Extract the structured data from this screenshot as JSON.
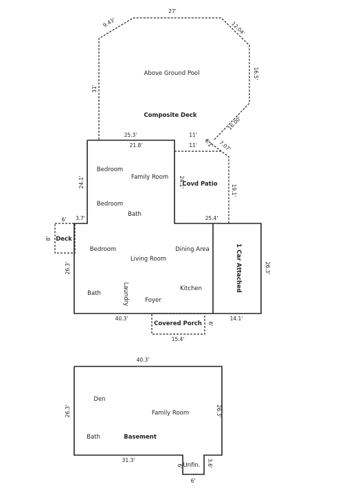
{
  "colors": {
    "wall": "#222222",
    "dashed_wall": "#222222",
    "background": "#ffffff"
  },
  "main_floor": {
    "rooms": {
      "bedroom_top": "Bedroom",
      "family_room": "Family Room",
      "bedroom_mid": "Bedroom",
      "bath_upper": "Bath",
      "bedroom_lower": "Bedroom",
      "living_room": "Living Room",
      "dining_area": "Dining Area",
      "kitchen": "Kitchen",
      "bath_lower": "Bath",
      "laundry": "Laundry",
      "foyer": "Foyer"
    },
    "exterior": {
      "pool": "Above Ground Pool",
      "composite_deck": "Composite Deck",
      "covd_patio": "Covd Patio",
      "deck": "Deck",
      "garage": "1 Car Attached",
      "covered_porch": "Covered Porch"
    },
    "dimensions": {
      "pool_top": "27'",
      "pool_top_left": "9.43'",
      "pool_top_right": "12.04'",
      "pool_right": "16.5'",
      "pool_diag_right": "16.00'",
      "pool_left": "31'",
      "deck_bottom": "25.3'",
      "deck_step_top": "11'",
      "house_top": "21.8'",
      "house_step_top": "11'",
      "diag_small_a": "6.1'",
      "diag_small_b": "7.07'",
      "house_left_upper": "24.1'",
      "patio_left": "24.1'",
      "patio_right": "19.1'",
      "patio_bottom": "25.4'",
      "deck_width": "6'",
      "deck_depth": "8'",
      "notch": "3.7'",
      "house_left_lower": "26.3'",
      "garage_right": "26.3'",
      "house_bottom": "40.3'",
      "garage_bottom": "14.1'",
      "porch_side": "6'",
      "porch_bottom": "15.4'"
    }
  },
  "basement": {
    "rooms": {
      "den": "Den",
      "family_room": "Family Room",
      "bath": "Bath",
      "basement": "Basement",
      "unfin": "Unfin."
    },
    "dimensions": {
      "top": "40.3'",
      "left": "26.3'",
      "right": "26.3'",
      "bottom_left": "31.3'",
      "unfin_left": "6'",
      "unfin_right": "3.6'",
      "unfin_bottom": "6'"
    }
  }
}
